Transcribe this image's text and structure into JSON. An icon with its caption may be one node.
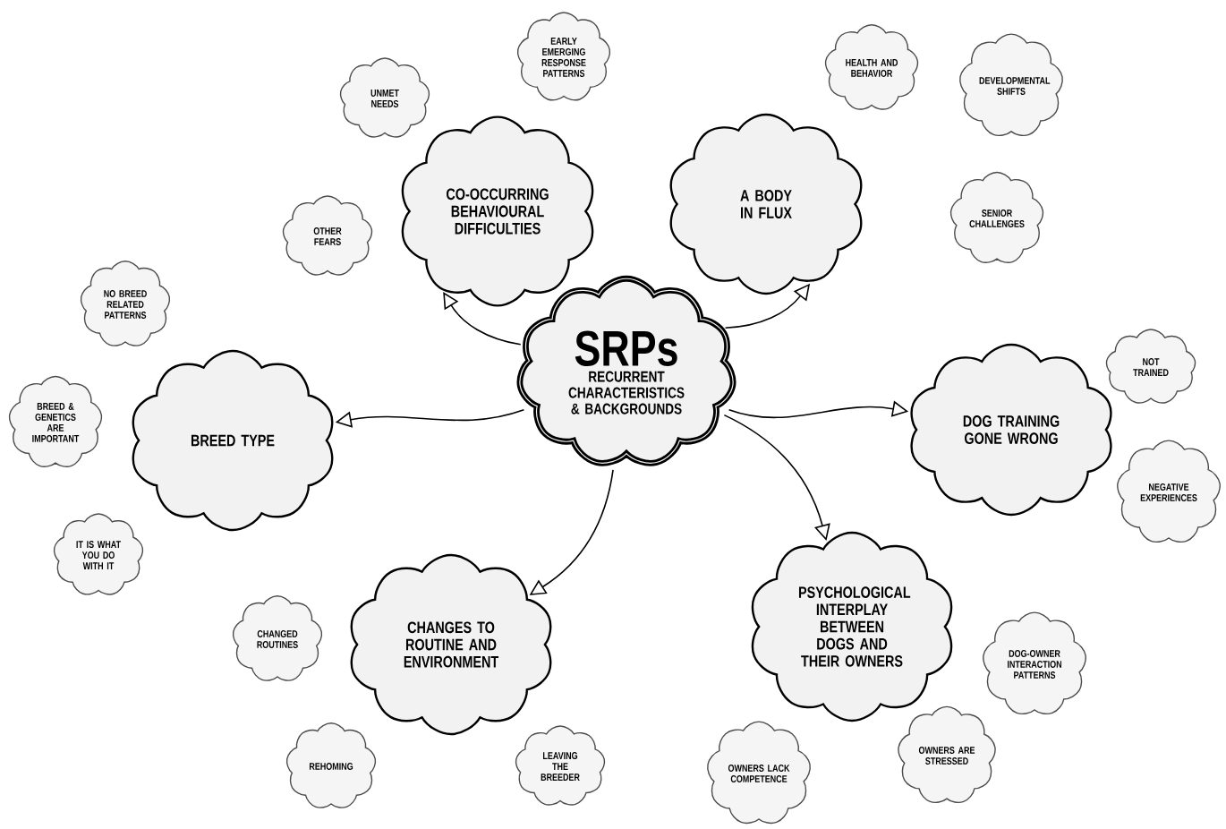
{
  "diagram": {
    "nodes": [
      {
        "text": [
          "SRPs",
          "RECURRENT CHARACTERISTICS & BACKGROUNDS"
        ]
      },
      {
        "text": [
          "CO-OCCURRING BEHAVIOURAL DIFFICULTIES"
        ]
      },
      {
        "text": [
          "A BODY IN FLUX"
        ]
      },
      {
        "text": [
          "BREED TYPE"
        ]
      },
      {
        "text": [
          "DOG TRAINING GONE WRONG"
        ]
      },
      {
        "text": [
          "CHANGES TO ROUTINE AND ENVIRONMENT"
        ]
      },
      {
        "text": [
          "PSYCHOLOGICAL INTERPLAY BETWEEN DOGS AND THEIR OWNERS"
        ]
      },
      {
        "text": [
          "UNMET NEEDS"
        ]
      },
      {
        "text": [
          "EARLY EMERGING RESPONSE PATTERNS"
        ]
      },
      {
        "text": [
          "OTHER FEARS"
        ]
      },
      {
        "text": [
          "HEALTH AND BEHAVIOR"
        ]
      },
      {
        "text": [
          "DEVELOPMENTAL SHIFTS"
        ]
      },
      {
        "text": [
          "SENIOR CHALLENGES"
        ]
      },
      {
        "text": [
          "NO BREED RELATED PATTERNS"
        ]
      },
      {
        "text": [
          "BREED & GENETICS ARE IMPORTANT"
        ]
      },
      {
        "text": [
          "IT IS WHAT YOU DO WITH IT"
        ]
      },
      {
        "text": [
          "NOT TRAINED"
        ]
      },
      {
        "text": [
          "NEGATIVE EXPERIENCES"
        ]
      },
      {
        "text": [
          "CHANGED ROUTINES"
        ]
      },
      {
        "text": [
          "REHOMING"
        ]
      },
      {
        "text": [
          "LEAVING THE BREEDER"
        ]
      },
      {
        "text": [
          "DOG-OWNER INTERACTION PATTERNS"
        ]
      },
      {
        "text": [
          "OWNERS LACK COMPETENCE"
        ]
      },
      {
        "text": [
          "OWNERS ARE STRESSED"
        ]
      }
    ],
    "edges": [
      {
        "from": 0,
        "to": 1,
        "arrow": "to"
      },
      {
        "from": 0,
        "to": 2,
        "arrow": "to"
      },
      {
        "from": 0,
        "to": 3,
        "arrow": "to"
      },
      {
        "from": 0,
        "to": 4,
        "arrow": "to"
      },
      {
        "from": 0,
        "to": 5,
        "arrow": "to"
      },
      {
        "from": 0,
        "to": 6,
        "arrow": "to"
      }
    ]
  }
}
